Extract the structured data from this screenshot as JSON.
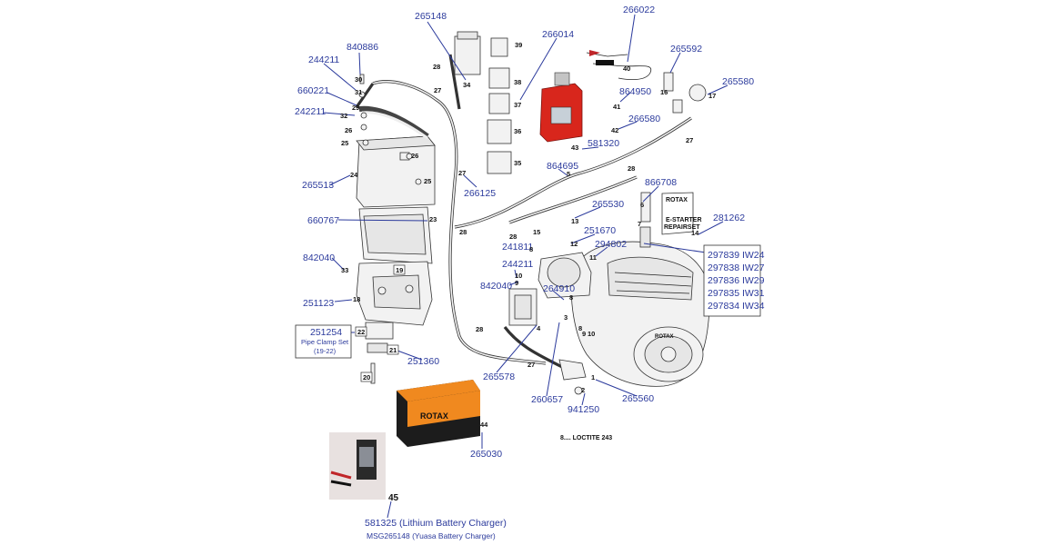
{
  "part_numbers": {
    "p265148a": "265148",
    "p266022": "266022",
    "p840886": "840886",
    "p266014": "266014",
    "p265592": "265592",
    "p244211a": "244211",
    "p265580": "265580",
    "p660221": "660221",
    "p864950": "864950",
    "p242211": "242211",
    "p266580": "266580",
    "p581320": "581320",
    "p864695": "864695",
    "p265513": "265513",
    "p266125": "266125",
    "p866708": "866708",
    "p265530": "265530",
    "p660767": "660767",
    "p281262": "281262",
    "p251670": "251670",
    "p241811": "241811",
    "p294802": "294802",
    "p842040a": "842040",
    "p244211b": "244211",
    "p842040b": "842040",
    "p264910": "264910",
    "p251123": "251123",
    "p251254": "251254",
    "p251360": "251360",
    "p265578": "265578",
    "p260657": "260657",
    "p265560": "265560",
    "p941250": "941250",
    "p265030": "265030"
  },
  "spark_plugs": [
    "297839 IW24",
    "297838 IW27",
    "297836 IW29",
    "297835 IW31",
    "297834 IW34"
  ],
  "pipe_clamp": {
    "number": "251254",
    "line1": "Pipe Clamp Set",
    "line2": "(19-22)"
  },
  "chargers": {
    "line1": "581325 (Lithium Battery Charger)",
    "line2": "MSG265148 (Yuasa Battery Charger)"
  },
  "refs": {
    "r39": "39",
    "r38": "38",
    "r37": "37",
    "r36": "36",
    "r35": "35",
    "r34": "34",
    "r28a": "28",
    "r27a": "27",
    "r30": "30",
    "r31": "31",
    "r29": "29",
    "r32": "32",
    "r26a": "26",
    "r25a": "25",
    "r26b": "26",
    "r24": "24",
    "r25b": "25",
    "r40": "40",
    "r16": "16",
    "r17": "17",
    "r41": "41",
    "r42": "42",
    "r43": "43",
    "r27b": "27",
    "r27c": "27",
    "r5": "5",
    "r28b": "28",
    "r6": "6",
    "r23": "23",
    "r28c": "28",
    "r13": "13",
    "r7": "7",
    "r14": "14",
    "r15": "15",
    "r28d": "28",
    "r12": "12",
    "r11": "11",
    "r19": "19",
    "r33": "33",
    "r10a": "10",
    "r9a": "9",
    "r8a": "8",
    "r18": "18",
    "r22": "22",
    "r3": "3",
    "r28e": "28",
    "r4": "4",
    "r8b": "8",
    "r9b": "9",
    "r10b": "10",
    "r21": "21",
    "r27d": "27",
    "r1": "1",
    "r2": "2",
    "r20": "20",
    "r44": "44",
    "r45": "45",
    "r8c": "8"
  },
  "labels": {
    "loctite": "8.... LOCTITE 243",
    "rotax": "ROTAX",
    "battery_brand": "ROTAX",
    "estarter_title": "E-STARTER",
    "estarter_sub": "REPAIRSET",
    "rotax_small": "ROTAX"
  },
  "colors": {
    "part_number_blue": "#2b3a9c",
    "charger_red": "#d8261c",
    "battery_orange": "#f0891f",
    "battery_black": "#1c1c1c"
  }
}
